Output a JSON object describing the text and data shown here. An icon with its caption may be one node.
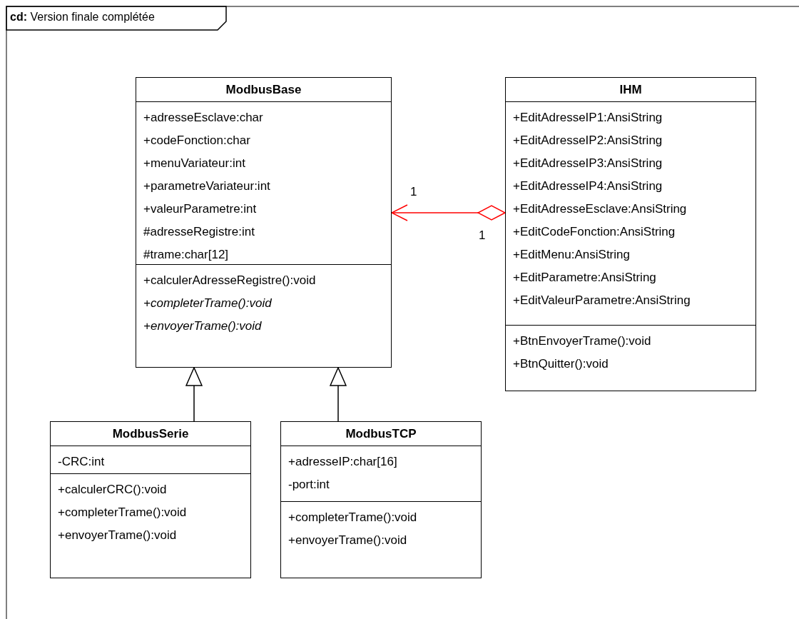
{
  "diagram": {
    "title": "**cd:** Version finale complétée",
    "nodes": [
      {
        "text": [
          "ModbusBase",
          "+adresseEsclave:char",
          "+codeFonction:char",
          "+menuVariateur:int",
          "+parametreVariateur:int",
          "+valeurParametre:int",
          "#adresseRegistre:int",
          "#trame:char[12]",
          "+calculerAdresseRegistre():void",
          "+completerTrame():void",
          "+envoyerTrame():void"
        ]
      },
      {
        "text": [
          "IHM",
          "+EditAdresseIP1:AnsiString",
          "+EditAdresseIP2:AnsiString",
          "+EditAdresseIP3:AnsiString",
          "+EditAdresseIP4:AnsiString",
          "+EditAdresseEsclave:AnsiString",
          "+EditCodeFonction:AnsiString",
          "+EditMenu:AnsiString",
          "+EditParametre:AnsiString",
          "+EditValeurParametre:AnsiString",
          "+BtnEnvoyerTrame():void",
          "+BtnQuitter():void"
        ]
      },
      {
        "text": [
          "ModbusSerie",
          "-CRC:int",
          "+calculerCRC():void",
          "+completerTrame():void",
          "+envoyerTrame():void"
        ]
      },
      {
        "text": [
          "ModbusTCP",
          "+adresseIP:char[16]",
          "-port:int",
          "+completerTrame():void",
          "+envoyerTrame():void"
        ]
      }
    ],
    "edges": [
      {
        "from": 2,
        "to": 0,
        "arrow": "to"
      },
      {
        "from": 3,
        "to": 0,
        "arrow": "to"
      },
      {
        "from": 1,
        "to": 0,
        "arrow": "to",
        "color": "#ff0000"
      }
    ],
    "labels": [
      "1",
      "1"
    ]
  }
}
